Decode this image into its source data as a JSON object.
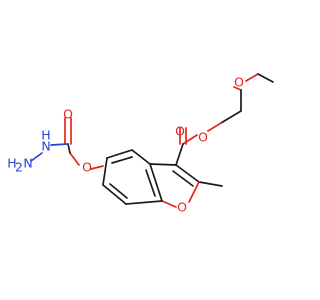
{
  "molecule": {
    "colors": {
      "carbon_bond": "#1a1a1a",
      "oxygen": "#e8231c",
      "nitrogen": "#2a40d8",
      "background": "#ffffff"
    },
    "atom_labels": {
      "o_carbonyl_ester": "O",
      "o_ester": "O",
      "o_methoxy": "O",
      "o_carbonyl_hydrazide": "O",
      "o_ether": "O",
      "o_furan": "O",
      "n_hydrazide": "N",
      "h_n_hydrazide": "H",
      "n_terminal": "N",
      "h2_n_terminal": "H",
      "h2_subscript": "2"
    }
  }
}
